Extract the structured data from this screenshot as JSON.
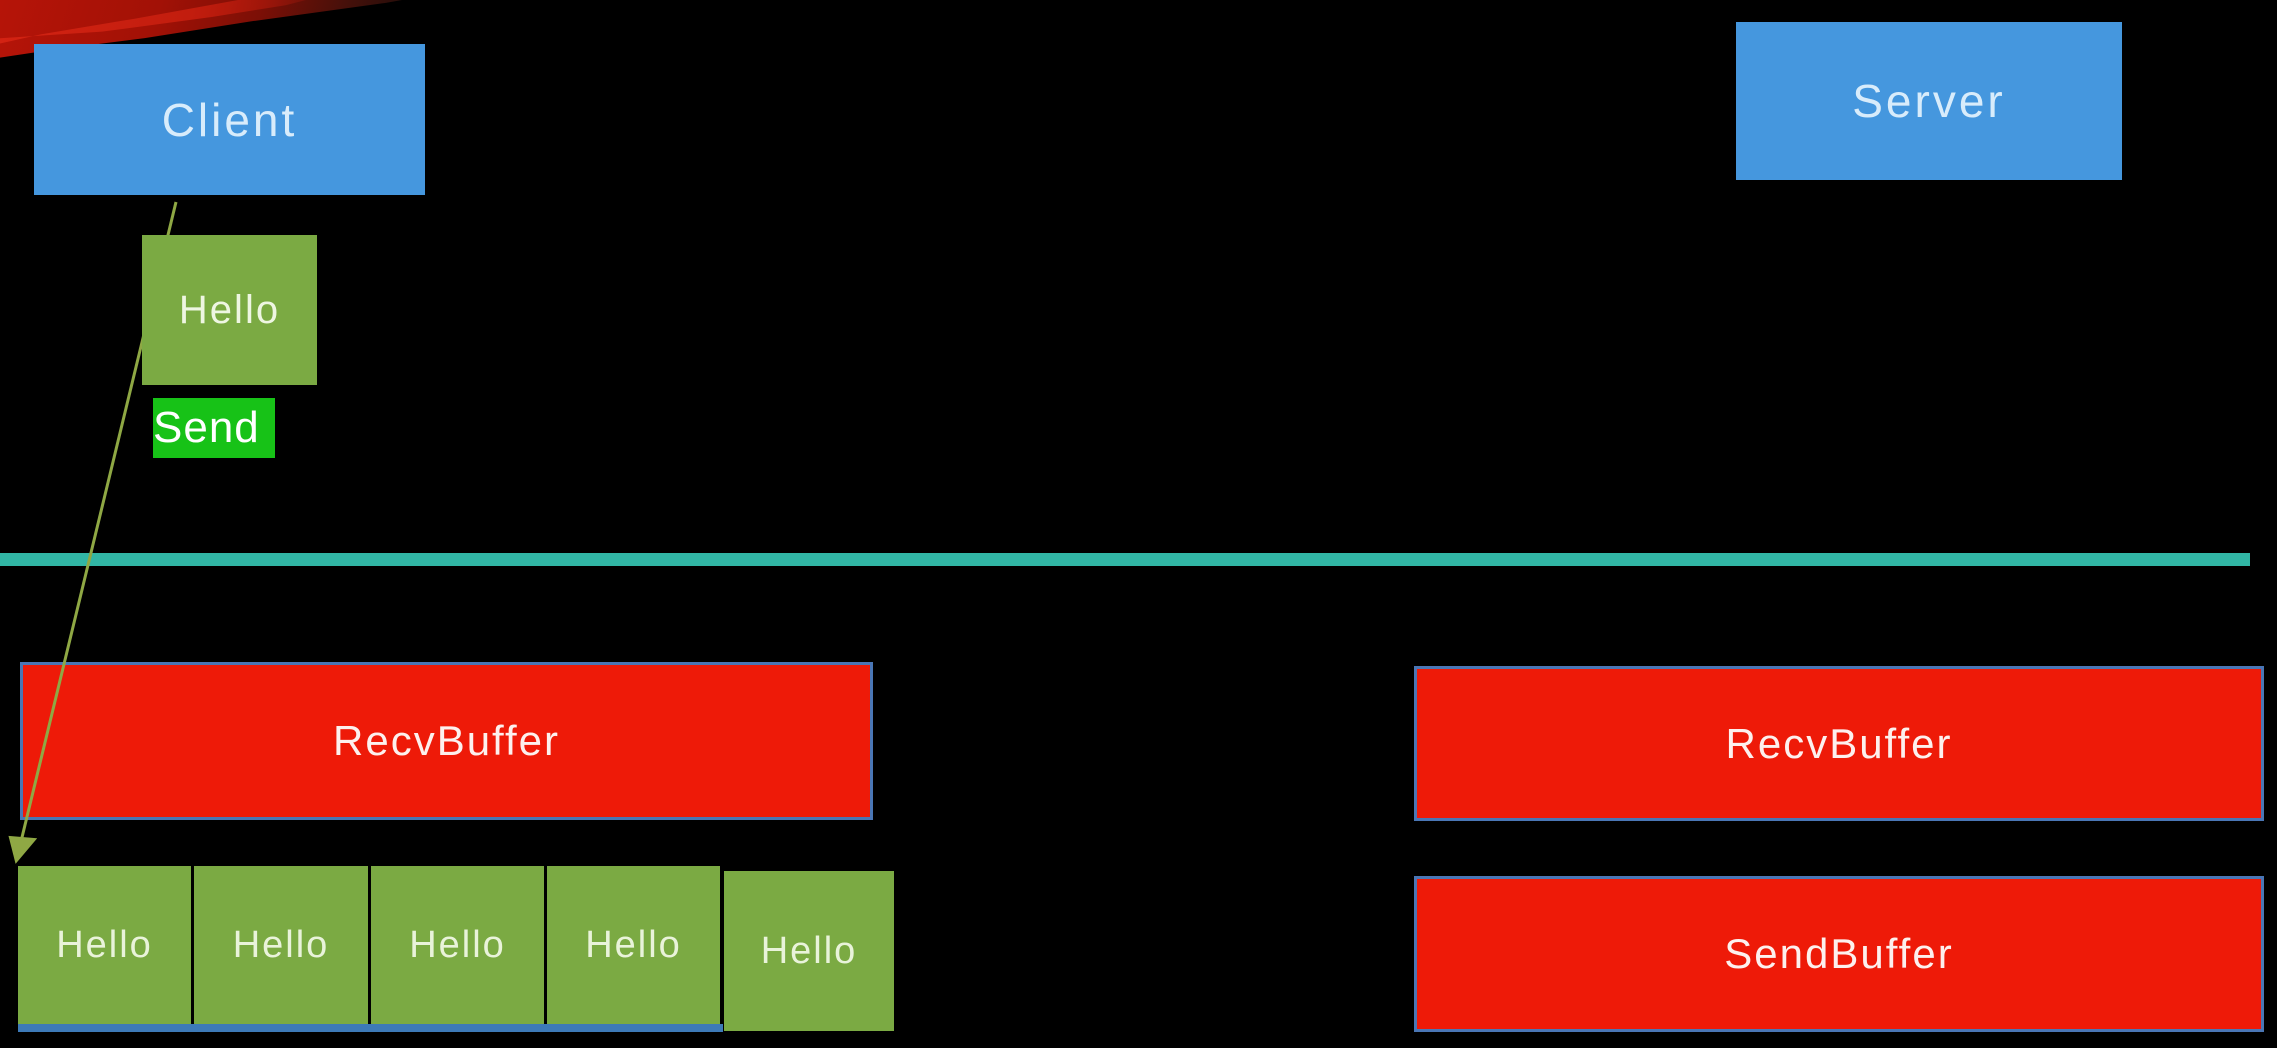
{
  "diagram": {
    "client": {
      "label": "Client"
    },
    "server": {
      "label": "Server"
    },
    "message": {
      "label": "Hello"
    },
    "send_action": {
      "label": "Send"
    },
    "client_side": {
      "recv_buffer_label": "RecvBuffer"
    },
    "server_side": {
      "recv_buffer_label": "RecvBuffer",
      "send_buffer_label": "SendBuffer"
    },
    "recv_queue": {
      "items": [
        "Hello",
        "Hello",
        "Hello",
        "Hello",
        "Hello"
      ]
    }
  },
  "colors": {
    "background": "#000000",
    "node_blue": "#4597de",
    "message_green": "#7baa43",
    "send_green": "#17c217",
    "divider_teal": "#31b6a5",
    "buffer_red": "#ee1a08",
    "buffer_border_blue": "#4a76b5",
    "queue_strip_blue": "#3d7ab8",
    "arrow_olive": "#8fa844",
    "ribbon_red": "#b61408"
  }
}
